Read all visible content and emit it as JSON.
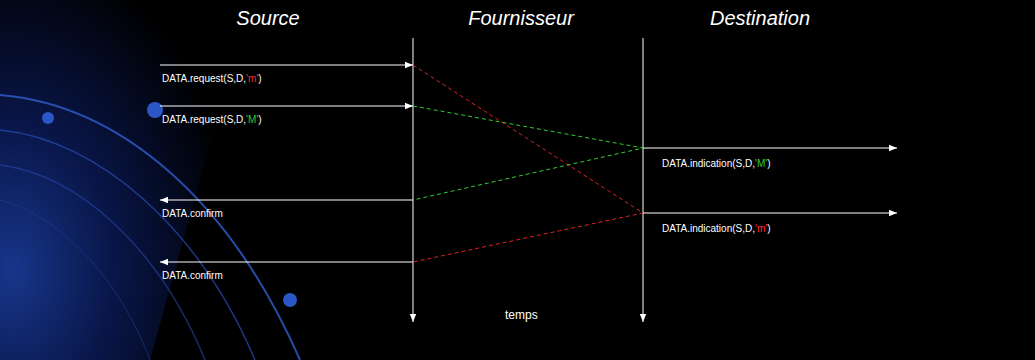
{
  "diagram": {
    "labels": [
      "Source",
      "Fournisseur",
      "Destination",
      "DATA.request(S,D,'m')",
      "DATA.request(S,D,'M')",
      "DATA.indication(S,D,'M')",
      "DATA.confirm",
      "DATA.indication(S,D,'m')",
      "DATA.confirm",
      "temps"
    ]
  }
}
